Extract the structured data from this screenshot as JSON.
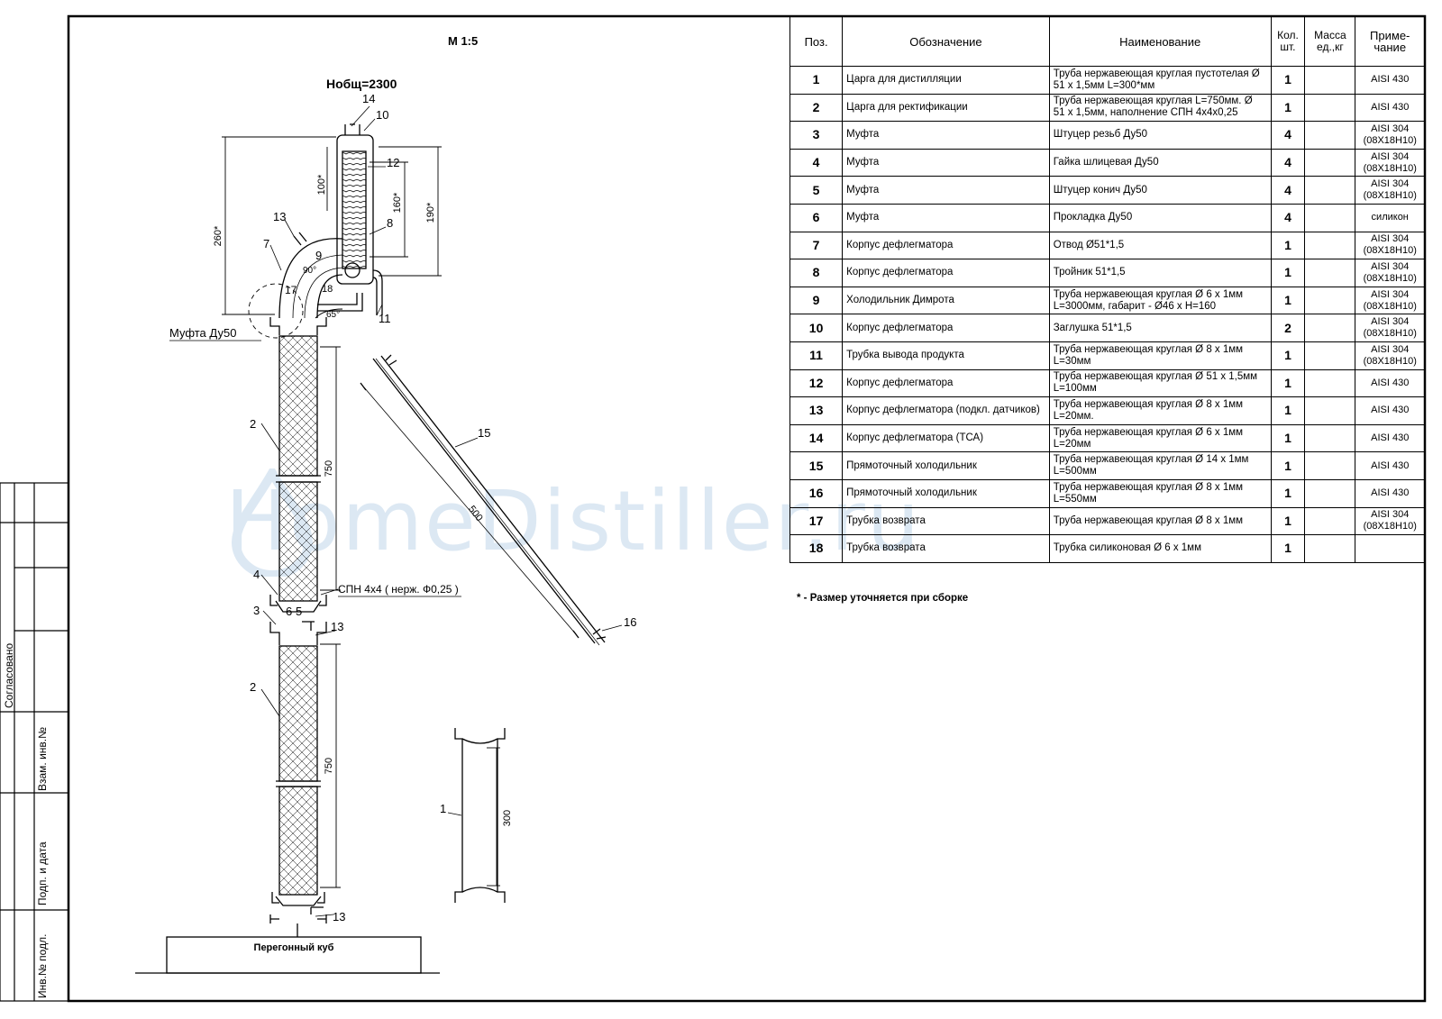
{
  "scale": "М 1:5",
  "total_height": "Hобщ=2300",
  "watermark": "HomeDistiller.ru",
  "footnote": "* - Размер уточняется при сборке",
  "still_label": "Перегонный куб",
  "coupling_label": "Муфта Ду50",
  "packing_label": "СПН 4х4 ( нерж. Ф0,25 )",
  "side_stamp": {
    "agreed": "Согласовано",
    "swap_inv": "Взам. инв.№",
    "sign_date": "Подп. и дата",
    "inv_orig": "Инв.№ подл."
  },
  "dimensions": {
    "d260": "260*",
    "d190": "190*",
    "d160": "160*",
    "d100": "100*",
    "d750a": "750",
    "d750b": "750",
    "d500": "500",
    "d300": "300",
    "a90": "90°",
    "a65": "65°"
  },
  "leaders": {
    "p14": "14",
    "p10": "10",
    "p12": "12",
    "p8": "8",
    "p13a": "13",
    "p7": "7",
    "p9": "9",
    "p17": "17",
    "p18": "18",
    "p11": "11",
    "p2a": "2",
    "p4": "4",
    "p6": "6",
    "p5": "5",
    "p3": "3",
    "p13b": "13",
    "p2b": "2",
    "p13c": "13",
    "p15": "15",
    "p16": "16",
    "p1": "1"
  },
  "table": {
    "headers": [
      "Поз.",
      "Обозначение",
      "Наименование",
      "Кол. шт.",
      "Масса ед.,кг",
      "Приме- чание"
    ],
    "rows": [
      {
        "pos": "1",
        "des": "Царга для дистилляции",
        "name": "Труба нержавеющая круглая пустотелая Ø 51 х 1,5мм  L=300*мм",
        "qty": "1",
        "note": "AISI 430"
      },
      {
        "pos": "2",
        "des": "Царга для ректификации",
        "name": "Труба нержавеющая круглая L=750мм. Ø 51 х 1,5мм, наполнение СПН 4х4х0,25",
        "qty": "1",
        "note": "AISI 430"
      },
      {
        "pos": "3",
        "des": "Муфта",
        "name": "Штуцер резьб Ду50",
        "qty": "4",
        "note": "AISI 304 (08Х18Н10)"
      },
      {
        "pos": "4",
        "des": "Муфта",
        "name": "Гайка шлицевая Ду50",
        "qty": "4",
        "note": "AISI 304 (08Х18Н10)"
      },
      {
        "pos": "5",
        "des": "Муфта",
        "name": "Штуцер конич Ду50",
        "qty": "4",
        "note": "AISI 304 (08Х18Н10)"
      },
      {
        "pos": "6",
        "des": "Муфта",
        "name": "Прокладка Ду50",
        "qty": "4",
        "note": "силикон"
      },
      {
        "pos": "7",
        "des": "Корпус дефлегматора",
        "name": "Отвод Ø51*1,5",
        "qty": "1",
        "note": "AISI 304 (08Х18Н10)"
      },
      {
        "pos": "8",
        "des": "Корпус дефлегматора",
        "name": "Тройник 51*1,5",
        "qty": "1",
        "note": "AISI 304 (08Х18Н10)"
      },
      {
        "pos": "9",
        "des": "Холодильник Димрота",
        "name": "Труба нержавеющая круглая Ø 6 х 1мм  L=3000мм,  габарит - Ø46 x H=160",
        "qty": "1",
        "note": "AISI 304 (08Х18Н10)"
      },
      {
        "pos": "10",
        "des": "Корпус дефлегматора",
        "name": "Заглушка  51*1,5",
        "qty": "2",
        "note": "AISI 304 (08Х18Н10)"
      },
      {
        "pos": "11",
        "des": "Трубка вывода продукта",
        "name": "Труба нержавеющая круглая Ø 8 х 1мм L=30мм",
        "qty": "1",
        "note": "AISI 304 (08Х18Н10)"
      },
      {
        "pos": "12",
        "des": "Корпус дефлегматора",
        "name": "Труба нержавеющая круглая Ø 51 х 1,5мм  L=100мм",
        "qty": "1",
        "note": "AISI 430"
      },
      {
        "pos": "13",
        "des": "Корпус дефлегматора (подкл. датчиков)",
        "name": "Труба нержавеющая круглая Ø 8 х 1мм L=20мм.",
        "qty": "1",
        "note": "AISI 430"
      },
      {
        "pos": "14",
        "des": "Корпус дефлегматора (ТСА)",
        "name": "Труба нержавеющая круглая Ø 6 х 1мм L=20мм",
        "qty": "1",
        "note": "AISI 430"
      },
      {
        "pos": "15",
        "des": "Прямоточный холодильник",
        "name": "Труба нержавеющая круглая Ø 14 х 1мм L=500мм",
        "qty": "1",
        "note": "AISI 430"
      },
      {
        "pos": "16",
        "des": "Прямоточный холодильник",
        "name": "Труба нержавеющая круглая Ø 8 х 1мм L=550мм",
        "qty": "1",
        "note": "AISI 430"
      },
      {
        "pos": "17",
        "des": "Трубка возврата",
        "name": "Труба нержавеющая круглая Ø 8 х 1мм",
        "qty": "1",
        "note": "AISI 304 (08Х18Н10)"
      },
      {
        "pos": "18",
        "des": "Трубка возврата",
        "name": "Трубка силиконовая  Ø 6 х 1мм",
        "qty": "1",
        "note": ""
      }
    ]
  }
}
